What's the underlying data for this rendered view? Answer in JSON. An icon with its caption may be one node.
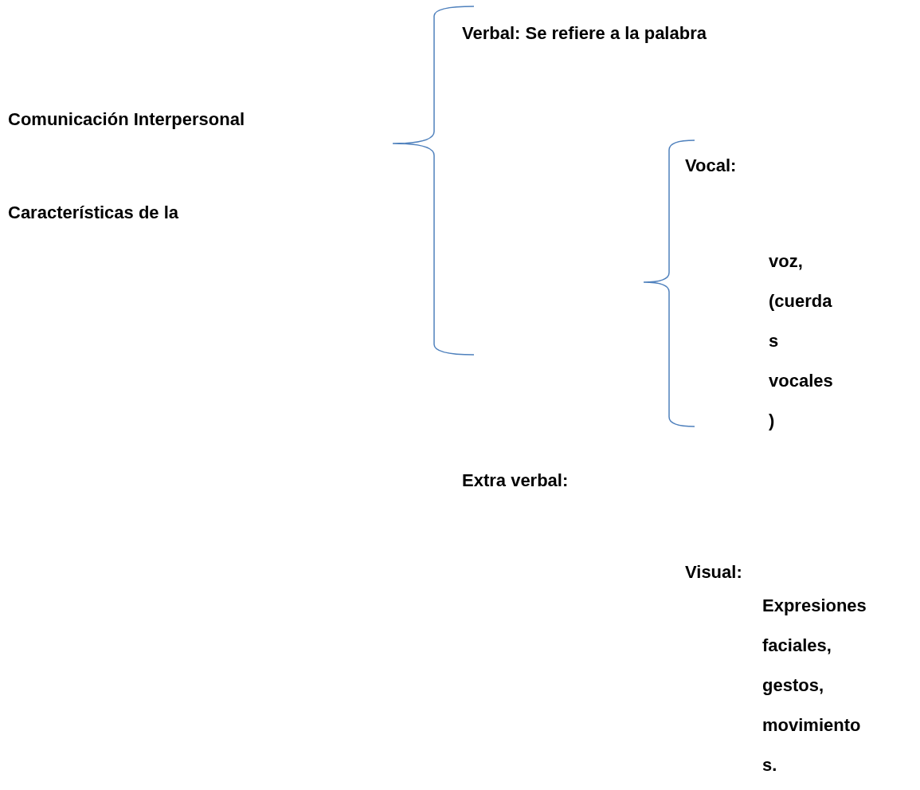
{
  "diagram": {
    "labels": [
      "Verbal: Se refiere a la palabra",
      "Comunicación Interpersonal",
      "Vocal:",
      "Características de la",
      "voz, (cuerdas vocales)",
      "Extra verbal:",
      "Visual:",
      "Expresiones faciales, gestos, movimientos."
    ]
  }
}
